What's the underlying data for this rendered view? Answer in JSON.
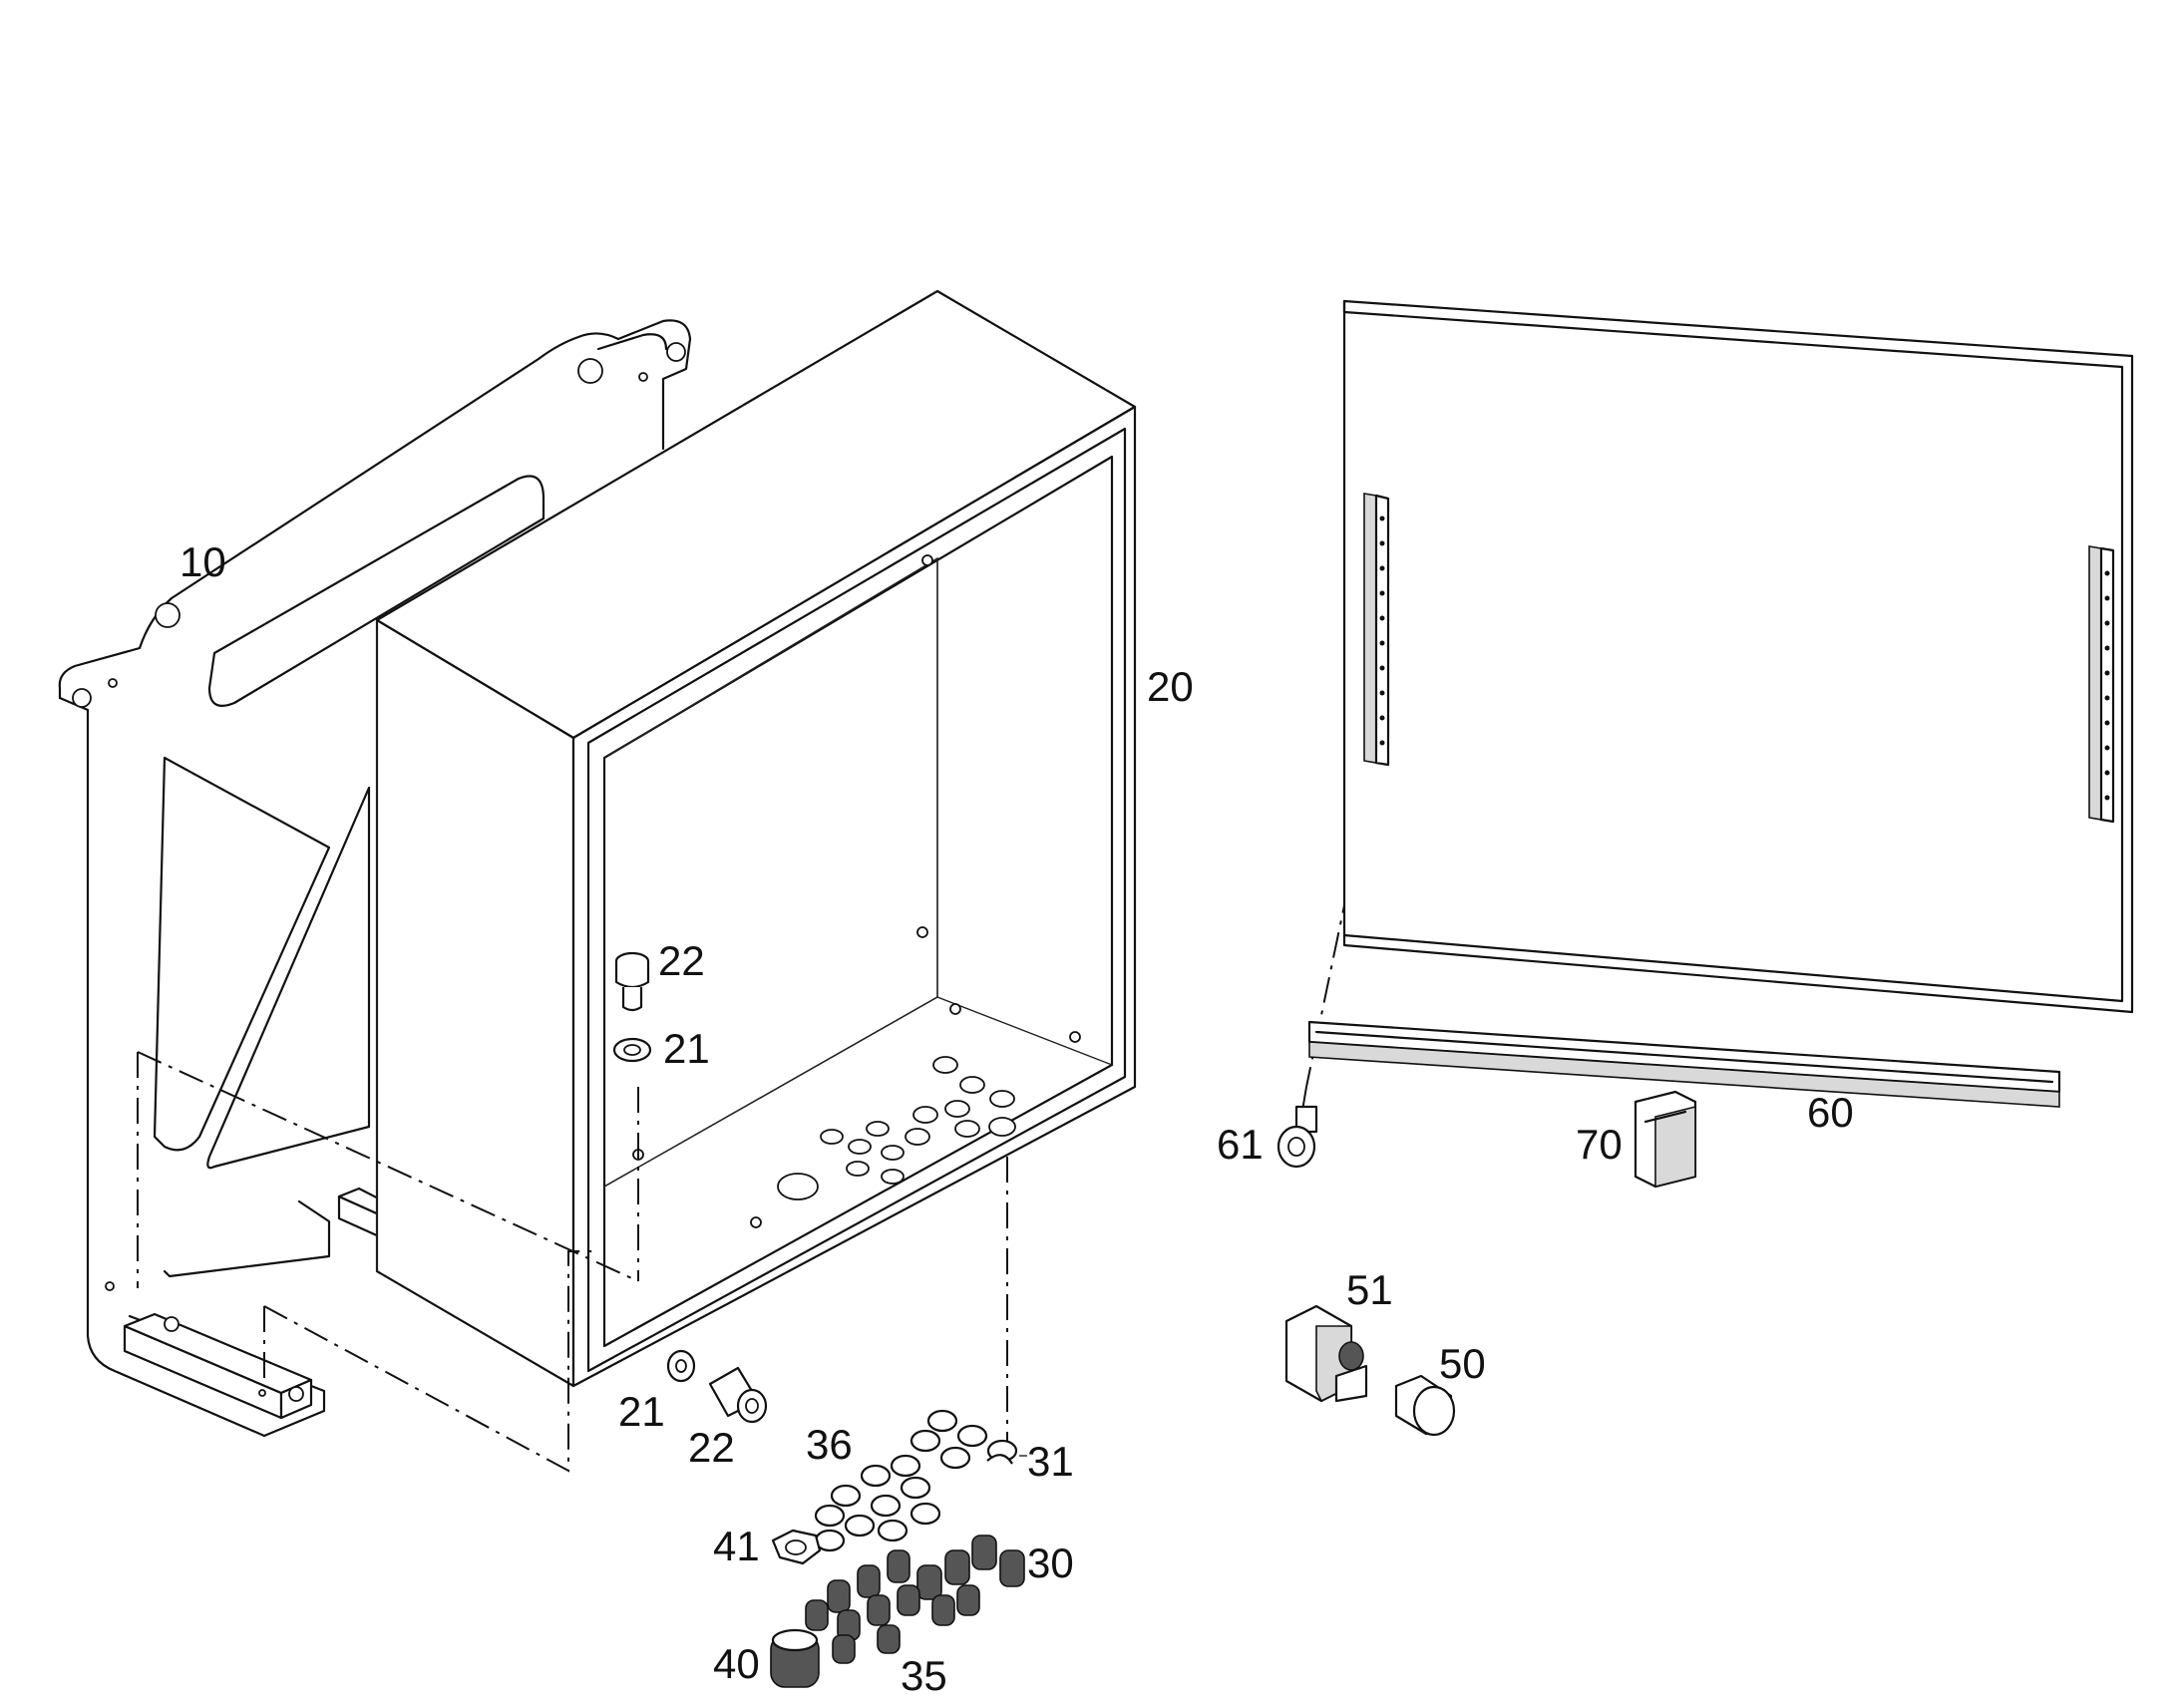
{
  "part_labels": {
    "mounting_frame": "10",
    "enclosure": "20",
    "washer_upper": "21",
    "screw_upper": "22",
    "washer_lower": "21",
    "screw_lower": "22",
    "gland_small": "30",
    "nut_small": "31",
    "gland_medium": "35",
    "nut_medium": "36",
    "gland_large": "40",
    "nut_large": "41",
    "button": "50",
    "switch_block": "51",
    "din_rail": "60",
    "rail_screw": "61",
    "end_stop": "70"
  }
}
